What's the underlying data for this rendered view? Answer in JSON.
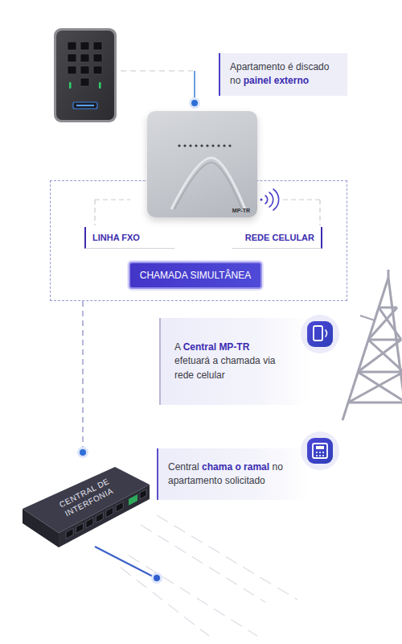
{
  "diagram": {
    "nodes": [
      {
        "text": [
          "Apartamento é discado no painel externo"
        ]
      },
      {
        "text": [
          "MP-TR"
        ]
      },
      {
        "text": []
      },
      {
        "text": [
          "LINHA FXO"
        ],
        "in": 2
      },
      {
        "text": [
          "REDE CELULAR"
        ],
        "in": 2
      },
      {
        "text": [
          "CHAMADA SIMULTÂNEA"
        ],
        "in": 2
      },
      {
        "text": [
          "A Central MP-TR efetuará a chamada via rede celular"
        ]
      },
      {
        "text": [
          "Central chama o ramal no apartamento solicitado"
        ]
      },
      {
        "text": [
          "CENTRAL DE INTERFONIA"
        ]
      }
    ],
    "edges": [
      {
        "from": 2,
        "to": 8,
        "arrow": "none"
      }
    ]
  }
}
